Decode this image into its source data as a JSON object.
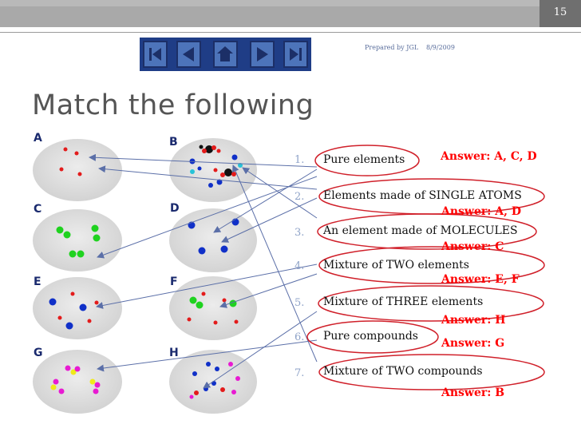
{
  "slide_number": "15",
  "footer": {
    "prepared_by": "Prepared by JGL",
    "date": "8/9/2009"
  },
  "nav_icons": [
    "first-slide-icon",
    "previous-slide-icon",
    "home-icon",
    "next-slide-icon",
    "last-slide-icon"
  ],
  "title": "Match the following",
  "panels": [
    "A",
    "B",
    "C",
    "D",
    "E",
    "F",
    "G",
    "H"
  ],
  "items": [
    {
      "num": "1.",
      "text": "Pure elements",
      "answer": "Answer: A, C, D"
    },
    {
      "num": "2.",
      "text": "Elements made of SINGLE ATOMS",
      "answer": "Answer: A, D"
    },
    {
      "num": "3.",
      "text": "An element made of MOLECULES",
      "answer": "Answer: C"
    },
    {
      "num": "4.",
      "text": "Mixture of TWO elements",
      "answer": "Answer: E, F"
    },
    {
      "num": "5.",
      "text": "Mixture of THREE elements",
      "answer": "Answer: H"
    },
    {
      "num": "6.",
      "text": "Pure compounds",
      "answer": "Answer: G"
    },
    {
      "num": "7.",
      "text": "Mixture of TWO compounds",
      "answer": "Answer: B"
    }
  ],
  "colors": {
    "answer": "#ff0000",
    "circle": "#d0202a",
    "arrow": "#5b6fa8",
    "nav": "#4d74ba"
  }
}
